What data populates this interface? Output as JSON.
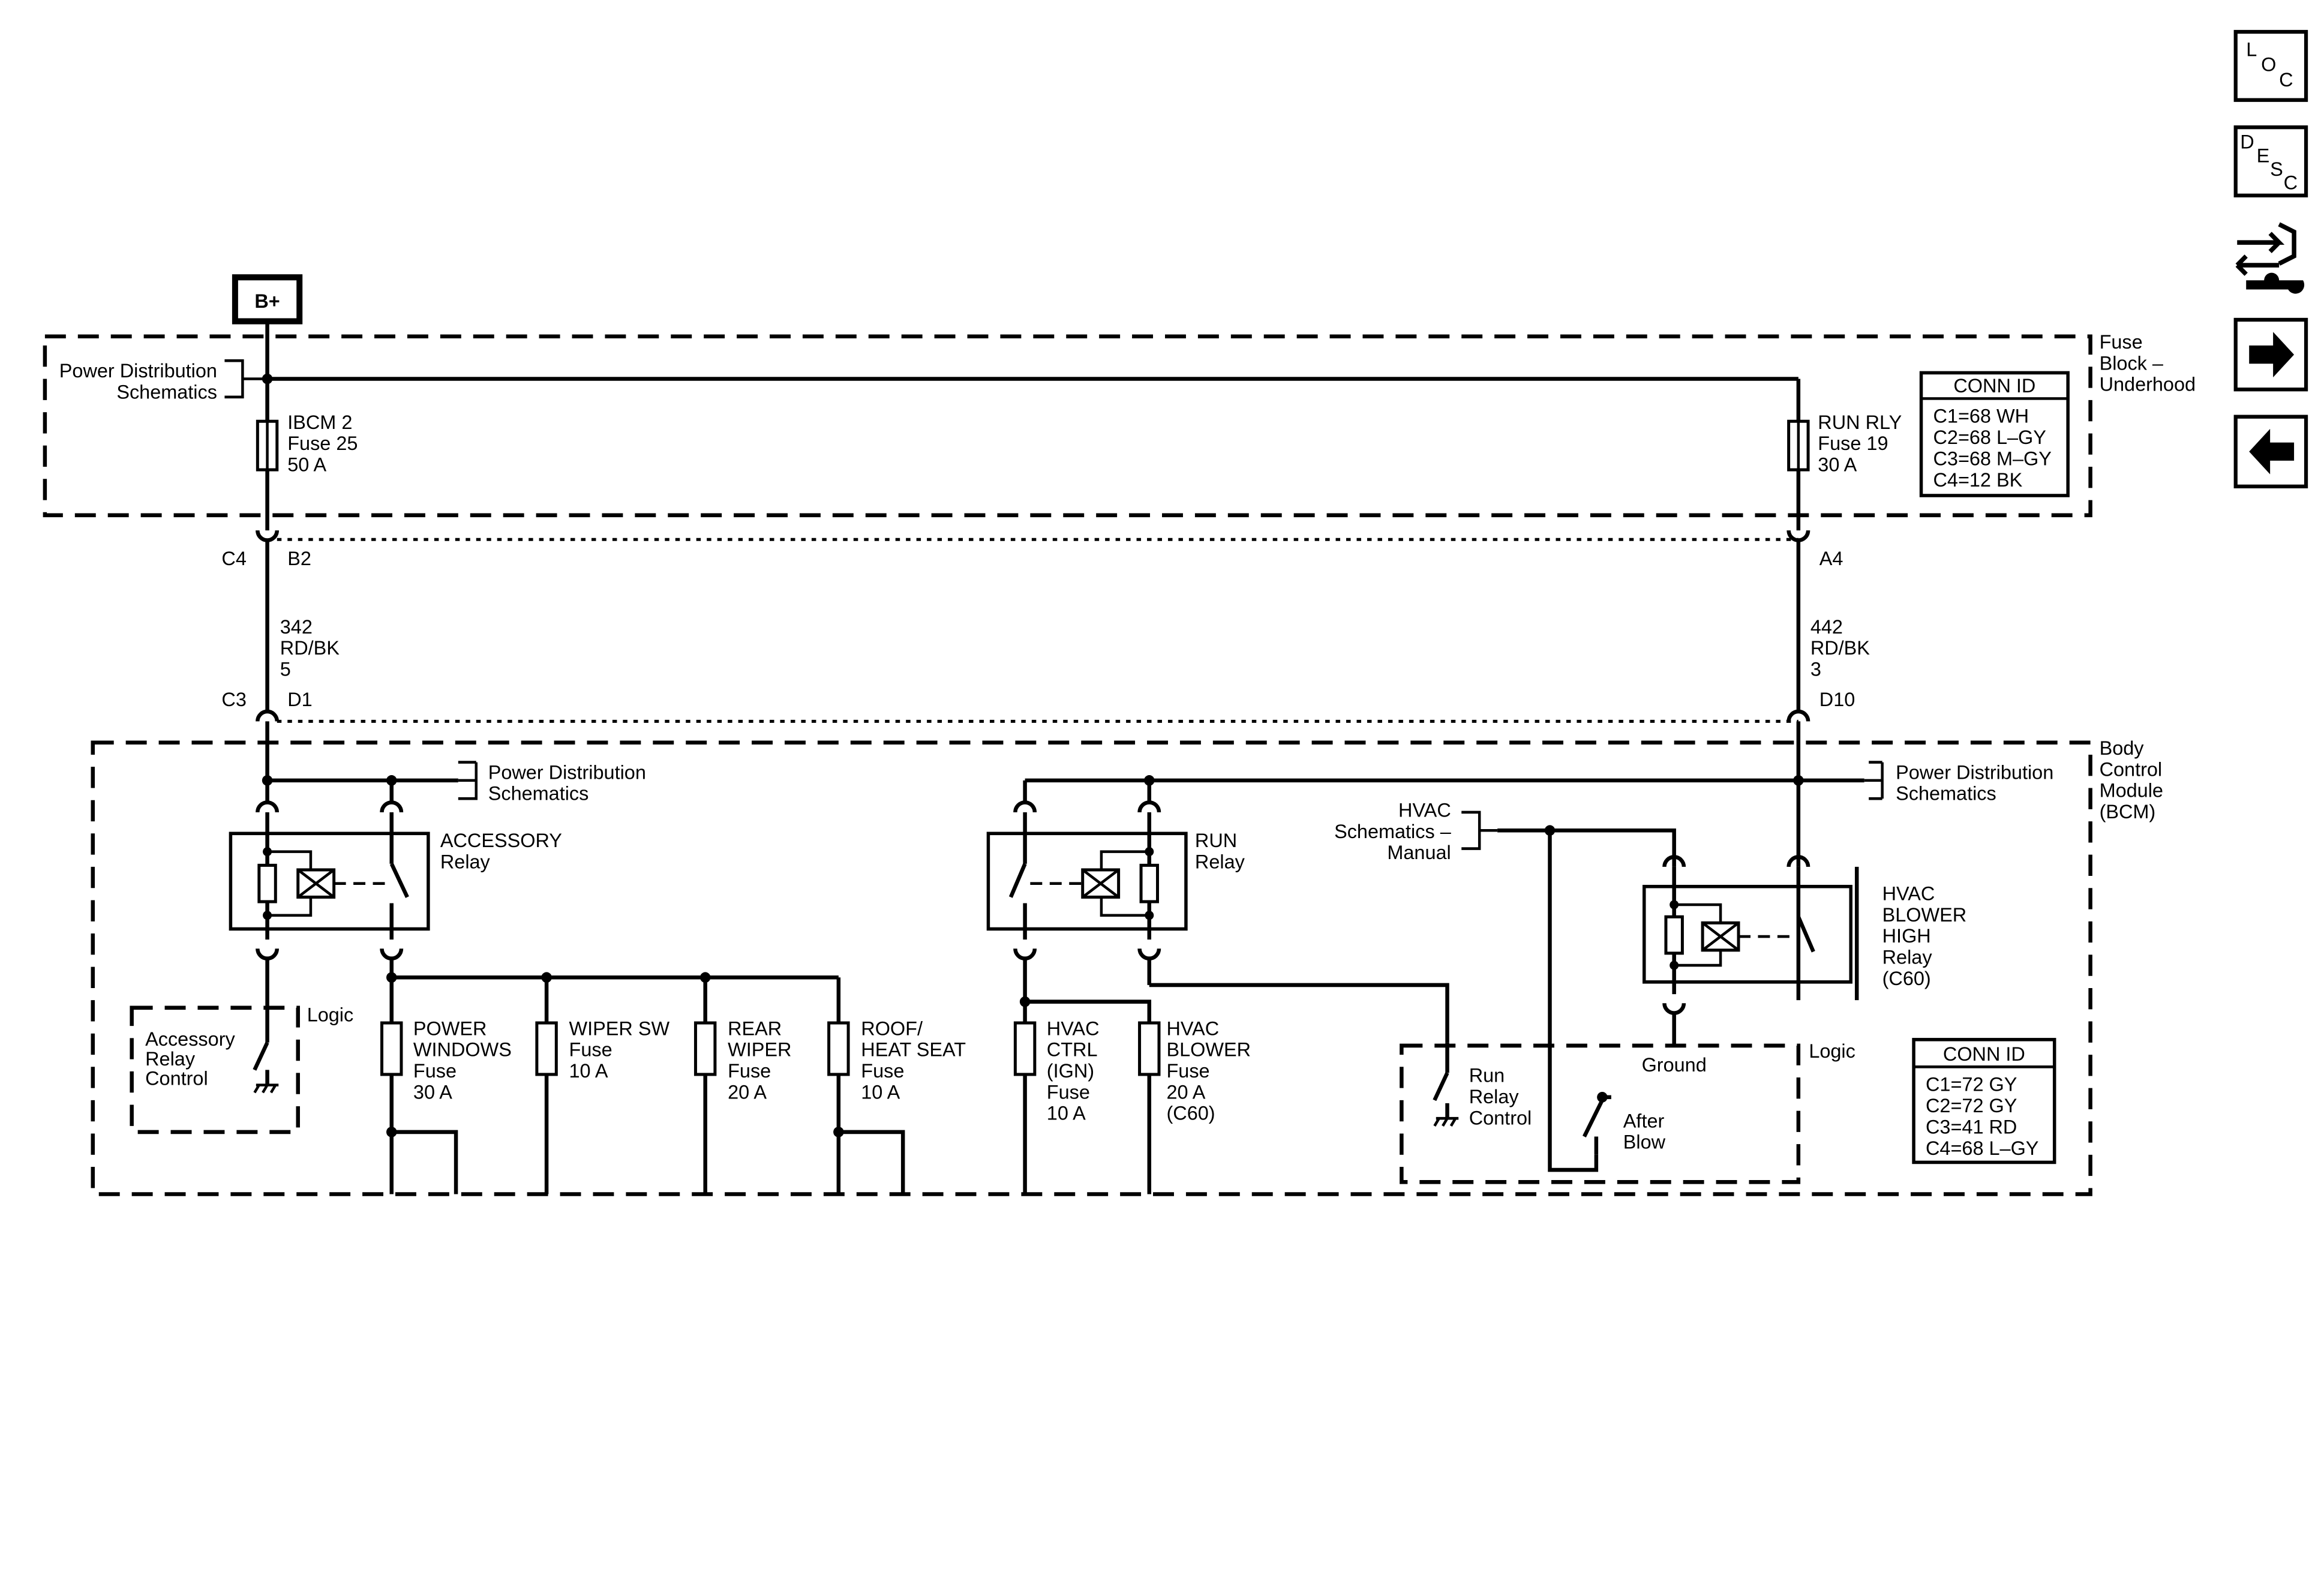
{
  "power_source": "B+",
  "fuse_block": {
    "title": [
      "Fuse",
      "Block –",
      "Underhood"
    ],
    "pd_ref": [
      "Power Distribution",
      "Schematics"
    ],
    "fuse_ibcm": [
      "IBCM 2",
      "Fuse 25",
      "50 A"
    ],
    "fuse_run_rly": [
      "RUN RLY",
      "Fuse 19",
      "30 A"
    ],
    "conn_id_title": "CONN ID",
    "conn_ids": [
      "C1=68 WH",
      "C2=68 L–GY",
      "C3=68 M–GY",
      "C4=12 BK"
    ]
  },
  "connectors": {
    "left_top_conn": "C4",
    "left_top_pin": "B2",
    "right_top_pin": "A4",
    "left_bot_conn": "C3",
    "left_bot_pin": "D1",
    "right_bot_pin": "D10"
  },
  "wires": {
    "left": [
      "342",
      "RD/BK",
      "5"
    ],
    "right": [
      "442",
      "RD/BK",
      "3"
    ]
  },
  "bcm": {
    "title": [
      "Body",
      "Control",
      "Module",
      "(BCM)"
    ],
    "pd_ref_left": [
      "Power Distribution",
      "Schematics"
    ],
    "pd_ref_right": [
      "Power Distribution",
      "Schematics"
    ],
    "hvac_ref": [
      "HVAC",
      "Schematics –",
      "Manual"
    ],
    "accessory_relay": [
      "ACCESSORY",
      "Relay"
    ],
    "run_relay": [
      "RUN",
      "Relay"
    ],
    "hvac_blower_relay": [
      "HVAC",
      "BLOWER",
      "HIGH",
      "Relay",
      "(C60)"
    ],
    "logic_left_label": "Logic",
    "logic_left_text": [
      "Accessory",
      "Relay",
      "Control"
    ],
    "logic_right_label": "Logic",
    "logic_right_ground": "Ground",
    "logic_right_text": [
      "Run",
      "Relay",
      "Control"
    ],
    "after_blow": [
      "After",
      "Blow"
    ],
    "fuses": [
      [
        "POWER",
        "WINDOWS",
        "Fuse",
        "30 A"
      ],
      [
        "WIPER SW",
        "Fuse",
        "10 A"
      ],
      [
        "REAR",
        "WIPER",
        "Fuse",
        "20 A"
      ],
      [
        "ROOF/",
        "HEAT SEAT",
        "Fuse",
        "10 A"
      ],
      [
        "HVAC",
        "CTRL",
        "(IGN)",
        "Fuse",
        "10 A"
      ],
      [
        "HVAC",
        "BLOWER",
        "Fuse",
        "20 A",
        "(C60)"
      ]
    ],
    "conn_id_title": "CONN ID",
    "conn_ids": [
      "C1=72 GY",
      "C2=72 GY",
      "C3=41 RD",
      "C4=68 L–GY"
    ]
  },
  "nav": {
    "loc": [
      "L",
      "O",
      "C"
    ],
    "desc": [
      "D",
      "E",
      "S",
      "C"
    ],
    "icons": [
      "connector-swap-icon",
      "arrow-right-icon",
      "arrow-left-icon"
    ]
  }
}
